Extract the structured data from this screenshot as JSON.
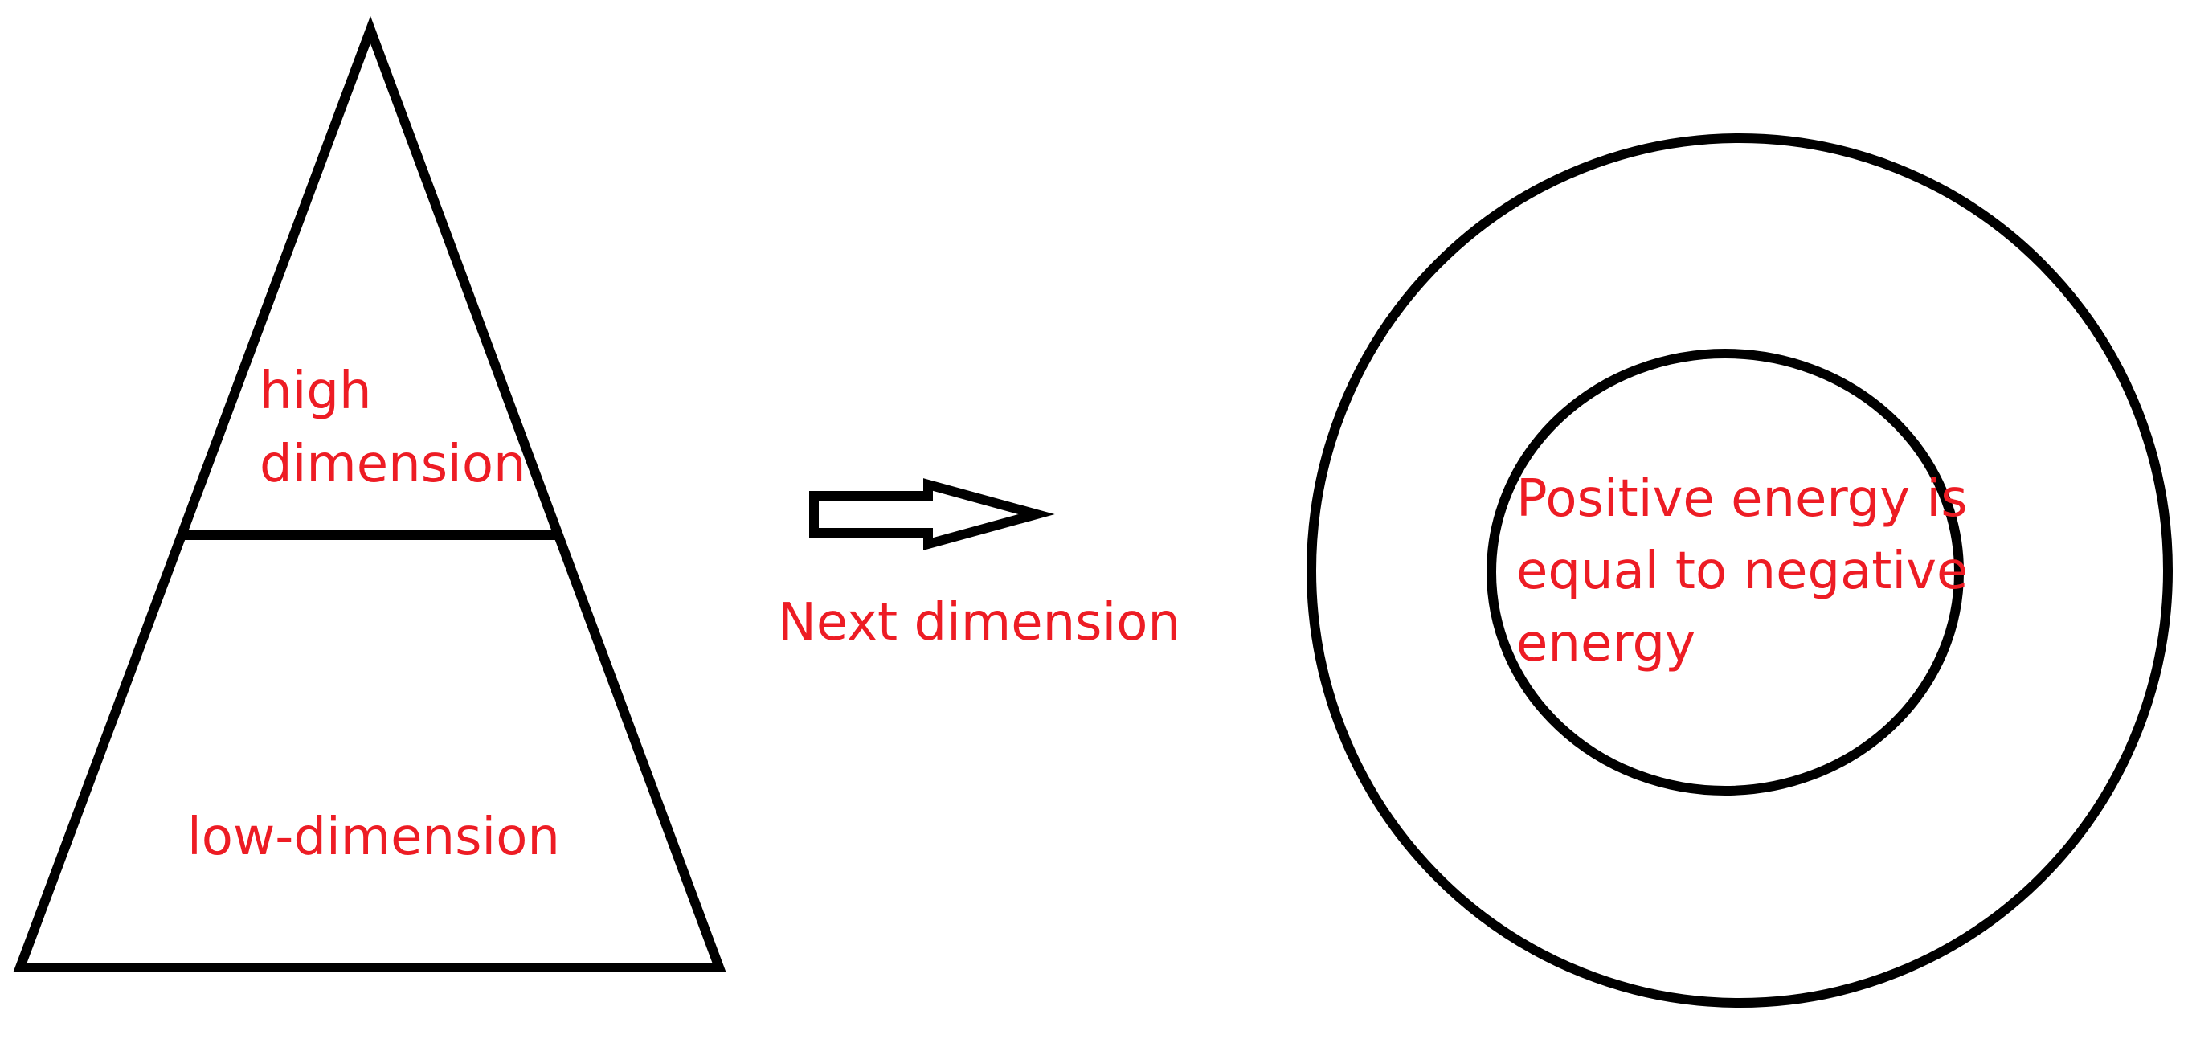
{
  "colors": {
    "stroke": "#000000",
    "text": "#ed1c24",
    "background": "#ffffff"
  },
  "pyramid": {
    "top_label_line1": "high",
    "top_label_line2": "dimension",
    "bottom_label": "low-dimension"
  },
  "arrow": {
    "label": "Next dimension"
  },
  "circles": {
    "label_line1": "Positive energy is",
    "label_line2": "equal to negative",
    "label_line3": "energy"
  }
}
